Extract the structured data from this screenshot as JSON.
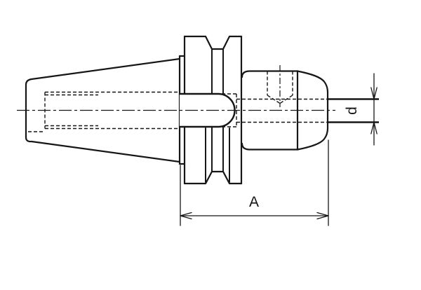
{
  "drawing": {
    "title": "tool-holder-shank-side-view",
    "labels": {
      "overall_length": "A",
      "shank_diameter": "d"
    },
    "line_color": "#161616",
    "background_color": "#ffffff"
  }
}
